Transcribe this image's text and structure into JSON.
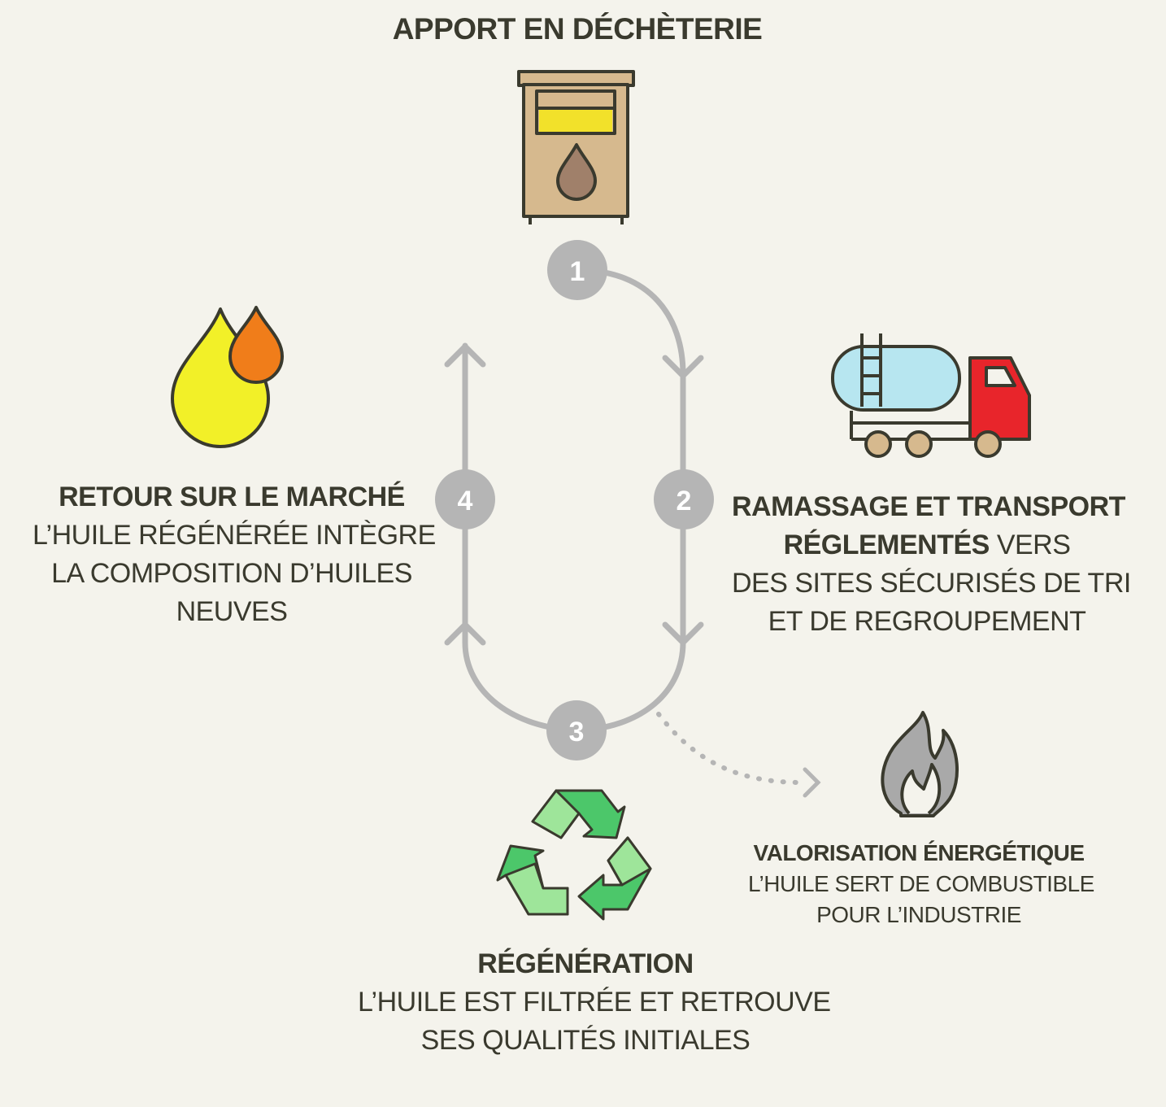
{
  "steps": [
    {
      "number": "1",
      "title": "APPORT EN DÉCHÈTERIE"
    },
    {
      "number": "2",
      "title_lines": [
        "RAMASSAGE ET TRANSPORT"
      ],
      "title_tail": "RÉGLEMENTÉS",
      "desc_head": "VERS",
      "desc_lines": [
        "DES SITES SÉCURISÉS DE TRI",
        "ET DE REGROUPEMENT"
      ]
    },
    {
      "number": "3",
      "title": "RÉGÉNÉRATION",
      "desc_lines": [
        "L’HUILE EST FILTRÉE ET RETROUVE",
        "SES QUALITÉS INITIALES"
      ]
    },
    {
      "number": "4",
      "title": "RETOUR SUR LE MARCHÉ",
      "desc_lines": [
        "L’HUILE RÉGÉNÉRÉE INTÈGRE",
        "LA COMPOSITION D’HUILES",
        "NEUVES"
      ]
    }
  ],
  "side_branch": {
    "title": "VALORISATION ÉNERGÉTIQUE",
    "desc_lines": [
      "L’HUILE SERT DE COMBUSTIBLE",
      "POUR L’INDUSTRIE"
    ]
  },
  "icons": {
    "step1": "oil-collection-container-icon",
    "step2": "tanker-truck-icon",
    "step3": "recycle-icon",
    "step4": "oil-drops-icon",
    "side_branch": "flame-icon"
  },
  "colors": {
    "background": "#f4f3ec",
    "cycle_line": "#b5b5b5",
    "text": "#3a3a2e",
    "truck_cab": "#e8252b",
    "tank": "#b7e6f0",
    "recycle_dark": "#4cc76a",
    "recycle_light": "#9ee59a",
    "drop_yellow": "#f2f028",
    "drop_orange": "#f07d1a",
    "container": "#d6b98e",
    "flame": "#a9a9a9"
  }
}
